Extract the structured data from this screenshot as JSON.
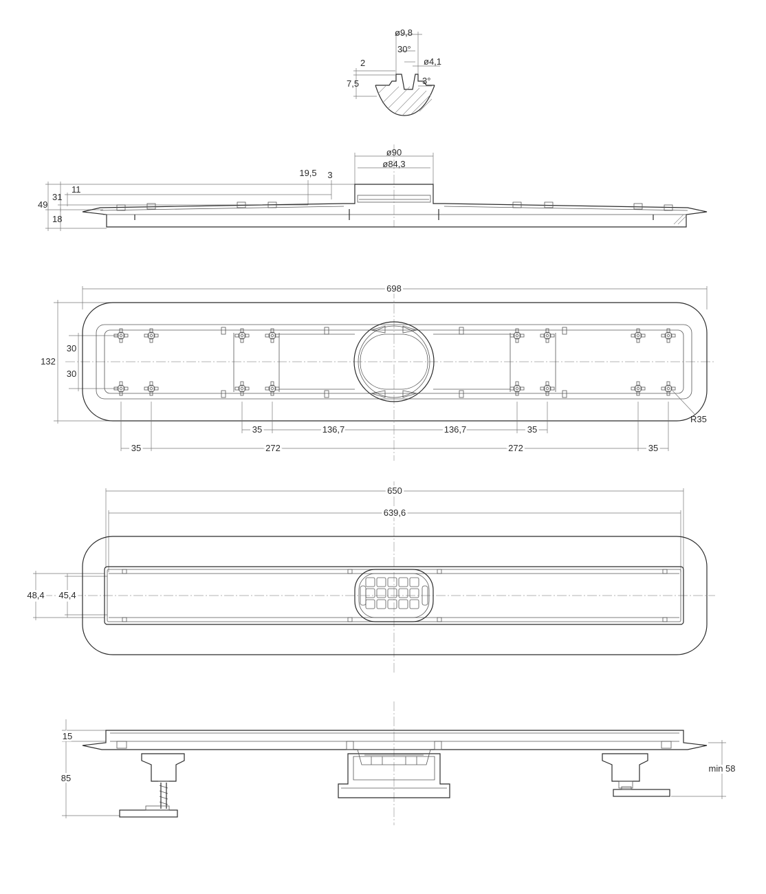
{
  "detail": {
    "d_outer": "ø9,8",
    "angle": "30°",
    "d_inner": "ø4,1",
    "depth_small": "2",
    "depth_total": "7,5",
    "taper": "3°"
  },
  "side_view": {
    "d_outlet": "ø90",
    "d_outlet_inner": "ø84,3",
    "offset_a": "19,5",
    "offset_b": "3",
    "h_11": "11",
    "h_31": "31",
    "h_49": "49",
    "h_18": "18"
  },
  "top_view": {
    "length": "698",
    "width": "132",
    "half_up": "30",
    "half_down": "30",
    "radius": "R35",
    "row1": [
      "35",
      "136,7",
      "136,7",
      "35"
    ],
    "row2": [
      "35",
      "272",
      "272",
      "35"
    ]
  },
  "grate_view": {
    "length_outer": "650",
    "length_inner": "639,6",
    "width_outer": "48,4",
    "width_inner": "45,4"
  },
  "front_view": {
    "h_top": "15",
    "h_total": "85",
    "h_min": "min 58"
  }
}
